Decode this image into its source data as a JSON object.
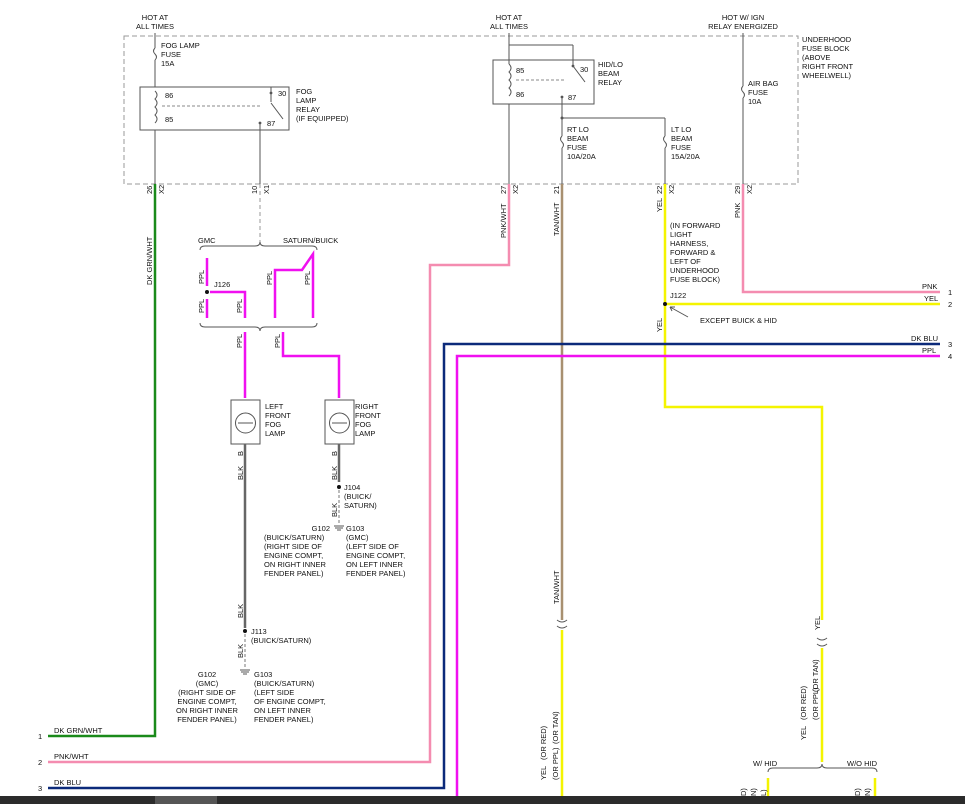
{
  "colors": {
    "green": "#1a8a1a",
    "pink": "#f48cb0",
    "tan": "#a89070",
    "yellow": "#f4f400",
    "navy": "#0c2a7a",
    "magenta": "#f010f0",
    "gray": "#666666",
    "dash": "#999999"
  },
  "supply": {
    "hot_always_1": [
      "HOT AT",
      "ALL TIMES"
    ],
    "hot_always_2": [
      "HOT AT",
      "ALL TIMES"
    ],
    "hot_ign": [
      "HOT W/ IGN",
      "RELAY ENERGIZED"
    ]
  },
  "fuse_block": [
    "UNDERHOOD",
    "FUSE BLOCK",
    "(ABOVE",
    "RIGHT FRONT",
    "WHEELWELL)"
  ],
  "fog_fuse": [
    "FOG LAMP",
    "FUSE",
    "15A"
  ],
  "fog_relay": [
    "FOG",
    "LAMP",
    "RELAY",
    "(IF EQUIPPED)"
  ],
  "hid_relay": [
    "HID/LO",
    "BEAM",
    "RELAY"
  ],
  "rt_fuse": [
    "RT LO",
    "BEAM",
    "FUSE",
    "10A/20A"
  ],
  "lt_fuse": [
    "LT LO",
    "BEAM",
    "FUSE",
    "15A/20A"
  ],
  "airbag_fuse": [
    "AIR BAG",
    "FUSE",
    "10A"
  ],
  "pins": {
    "p85": "85",
    "p86": "86",
    "p30": "30",
    "p87": "87"
  },
  "cav": {
    "c26": "26",
    "c10": "10",
    "c27": "27",
    "c21": "21",
    "c22": "22",
    "c29": "29",
    "x2": "X2",
    "x1": "X1"
  },
  "wires": {
    "dk_grn_wht": "DK GRN/WHT",
    "pnk_wht": "PNK/WHT",
    "tan_wht": "TAN/WHT",
    "yel": "YEL",
    "pnk": "PNK",
    "ppl": "PPL",
    "blk": "BLK",
    "b": "B",
    "dk_blu": "DK BLU"
  },
  "variants": {
    "gmc": "GMC",
    "saturn_buick": "SATURN/BUICK",
    "buick_saturn": "(BUICK/SATURN)",
    "w_hid": "W/ HID",
    "wo_hid": "W/O HID",
    "except": "EXCEPT BUICK & HID",
    "or_red": "(OR RED)",
    "or_ppl": "(OR PPL)",
    "or_tan": "(OR TAN)"
  },
  "splices": {
    "j126": "J126",
    "j122": "J122",
    "j104": "J104",
    "j113": "J113"
  },
  "j104_note": [
    "(BUICK/",
    "SATURN)"
  ],
  "j122_note": [
    "(IN FORWARD",
    "LIGHT",
    "HARNESS,",
    "FORWARD &",
    "LEFT OF",
    "UNDERHOOD",
    "FUSE BLOCK)"
  ],
  "left_lamp": [
    "LEFT",
    "FRONT",
    "FOG",
    "LAMP"
  ],
  "right_lamp": [
    "RIGHT",
    "FRONT",
    "FOG",
    "LAMP"
  ],
  "g_right_a": [
    "G102",
    "(BUICK/SATURN)",
    "(RIGHT SIDE OF",
    "ENGINE COMPT,",
    "ON RIGHT INNER",
    "FENDER PANEL)"
  ],
  "g_right_b": [
    "G103",
    "(GMC)",
    "(LEFT SIDE OF",
    "ENGINE COMPT,",
    "ON LEFT INNER",
    "FENDER PANEL)"
  ],
  "g_left_a": [
    "G102",
    "(GMC)",
    "(RIGHT SIDE OF",
    "ENGINE COMPT,",
    "ON RIGHT INNER",
    "FENDER PANEL)"
  ],
  "g_left_b": [
    "G103",
    "(BUICK/SATURN)",
    "(LEFT SIDE",
    "OF ENGINE COMPT,",
    "ON LEFT INNER",
    "FENDER PANEL)"
  ],
  "refs": {
    "r1": "1",
    "r2": "2",
    "r3": "3",
    "r4": "4"
  },
  "bottom_clip": {
    "c1": "D)",
    "c2": "N)",
    "c3": "L)"
  }
}
